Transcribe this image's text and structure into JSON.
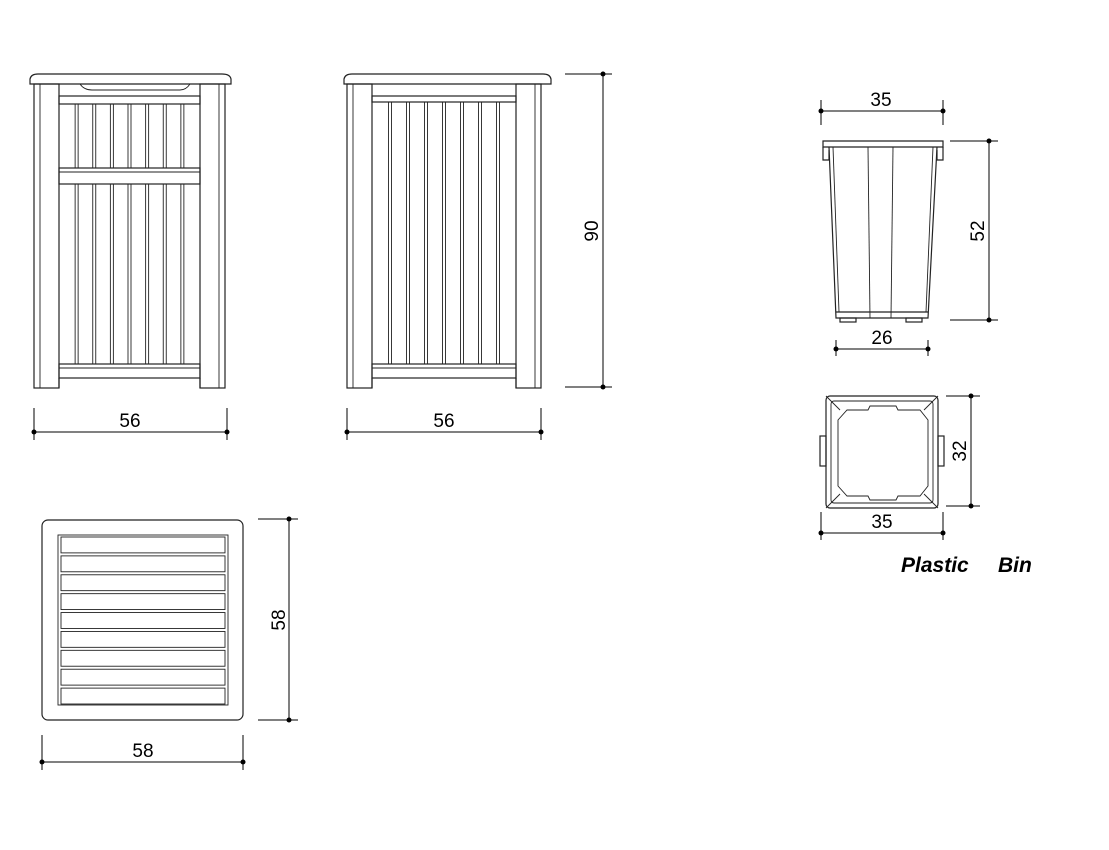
{
  "dimensions": {
    "front_width": "56",
    "side_width": "56",
    "height": "90",
    "top_width": "58",
    "top_depth": "58",
    "bin_top_width": "35",
    "bin_height": "52",
    "bin_bottom_width": "26",
    "bin_plan_depth": "32",
    "bin_plan_width": "35"
  },
  "caption": {
    "word1": "Plastic",
    "word2": "Bin"
  }
}
